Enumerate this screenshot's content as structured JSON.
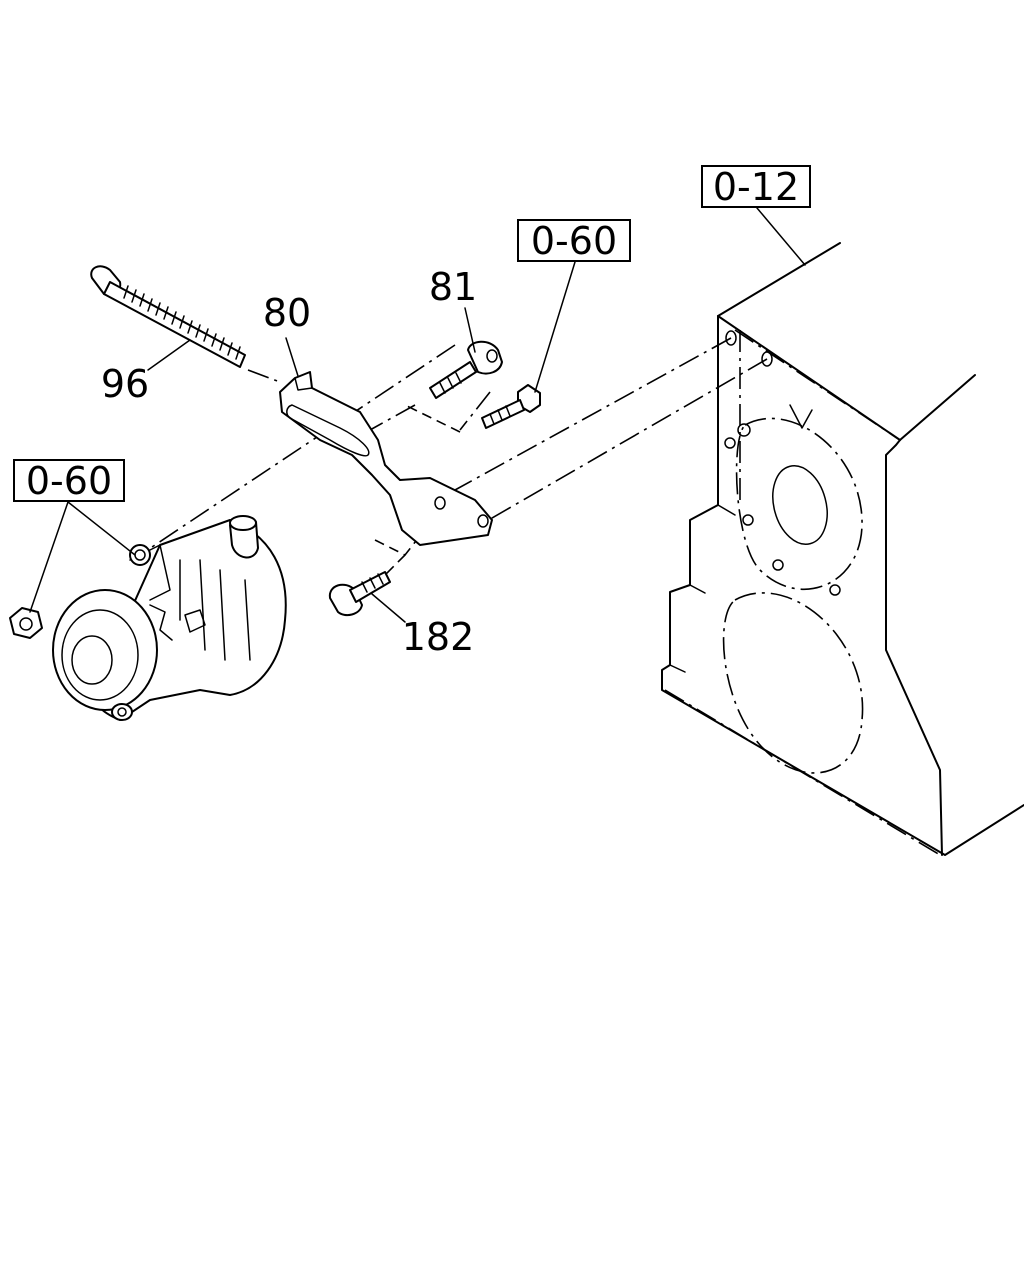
{
  "callouts": {
    "ref_engine_block": "0-12",
    "ref_bolt_upper": "0-60",
    "ref_nut_left": "0-60",
    "part_bracket": "80",
    "part_collar_bolt": "81",
    "part_long_bolt": "96",
    "part_flange_bolt": "182"
  }
}
